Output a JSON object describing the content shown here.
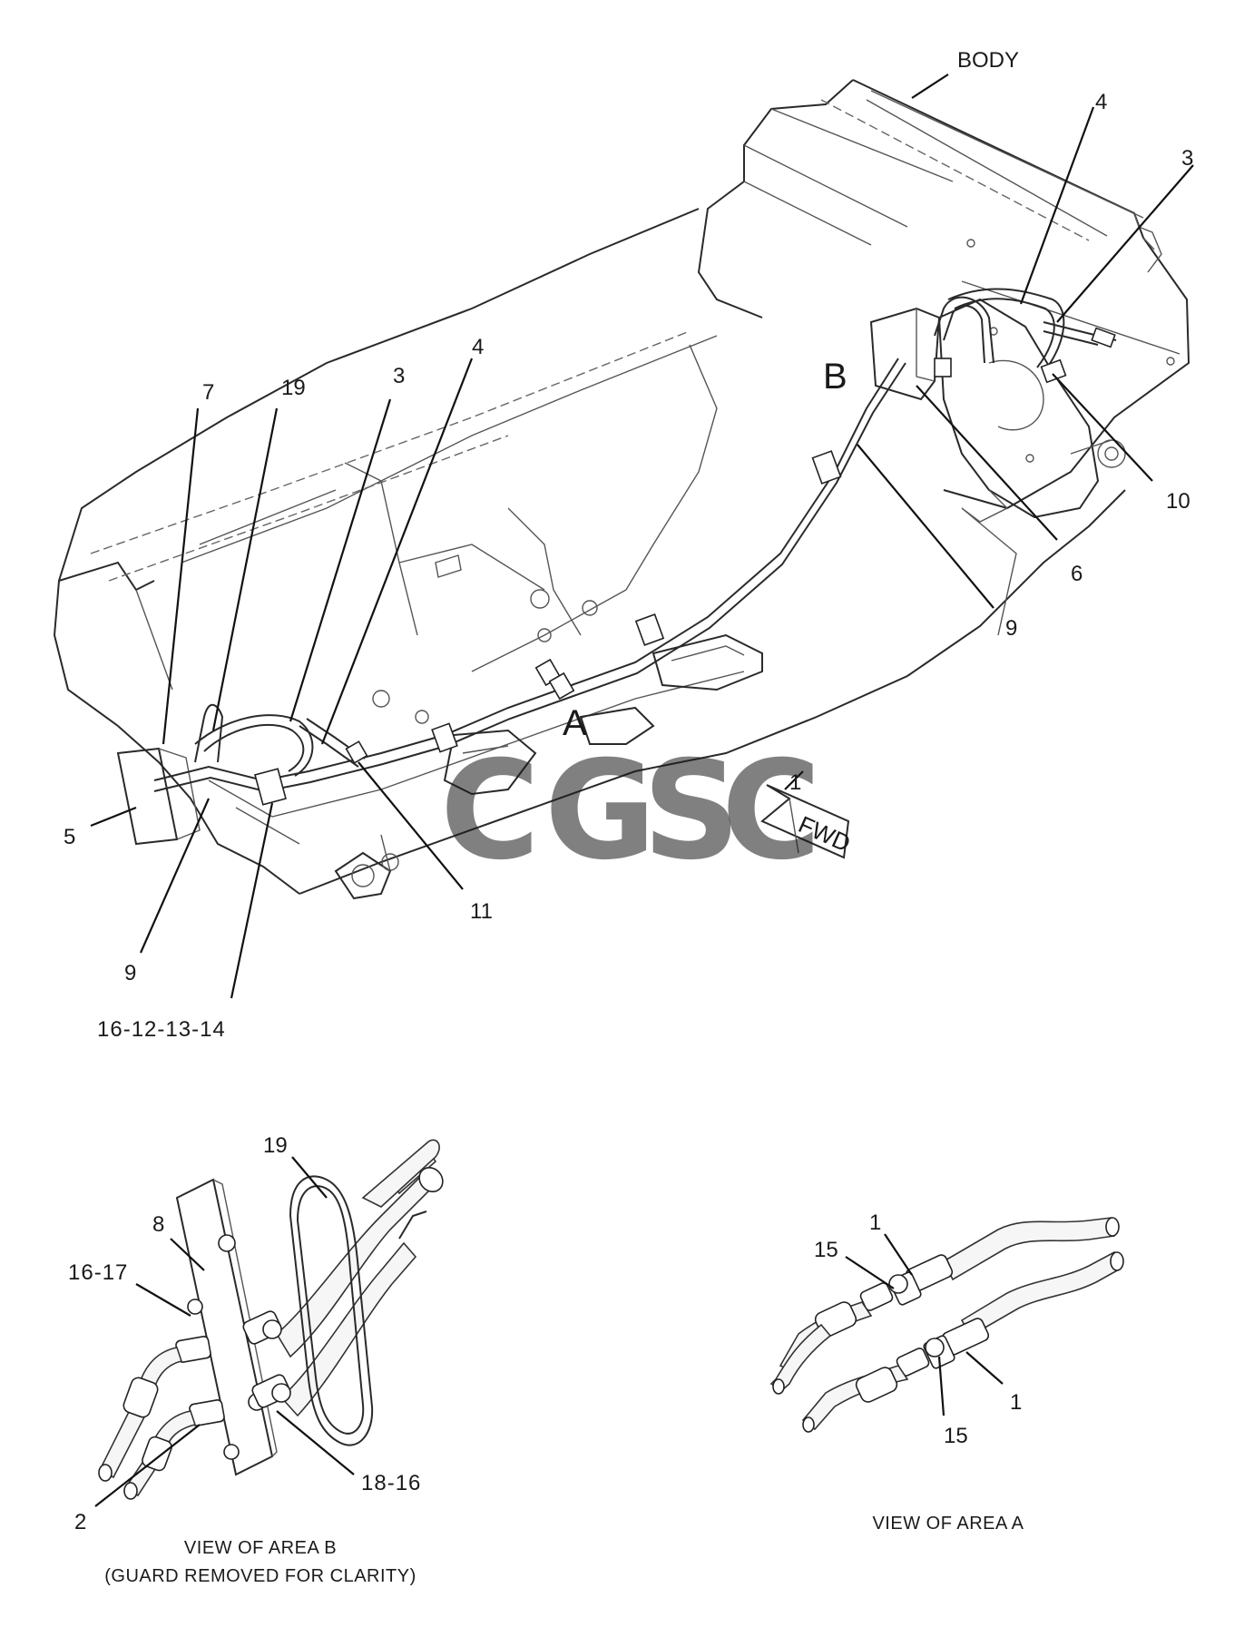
{
  "main_view": {
    "body_label": "BODY",
    "callouts": {
      "c_4_top": "4",
      "c_3_top": "3",
      "c_10": "10",
      "c_6": "6",
      "c_9_right": "9",
      "c_7": "7",
      "c_19": "19",
      "c_3_left": "3",
      "c_4_left": "4",
      "c_5": "5",
      "c_9_left": "9",
      "c_11": "11",
      "c_group": "16-12-13-14",
      "c_1_fwd": "1"
    },
    "area_b": "B",
    "area_a": "A",
    "fwd_label": "FWD"
  },
  "view_b": {
    "callouts": {
      "c_19": "19",
      "c_8": "8",
      "c_16_17": "16-17",
      "c_2": "2",
      "c_18_16": "18-16"
    },
    "caption_line1": "VIEW OF AREA B",
    "caption_line2": "(GUARD REMOVED FOR CLARITY)"
  },
  "view_a": {
    "callouts": {
      "c_1_top": "1",
      "c_15_top": "15",
      "c_1_bottom": "1",
      "c_15_bottom": "15"
    },
    "caption": "VIEW OF AREA A"
  },
  "watermark": {
    "letters": [
      "C",
      "G",
      "S",
      "C"
    ],
    "colors": [
      "#4a86e8",
      "#f07b72",
      "#f7cb4d",
      "#3fa36b"
    ]
  }
}
